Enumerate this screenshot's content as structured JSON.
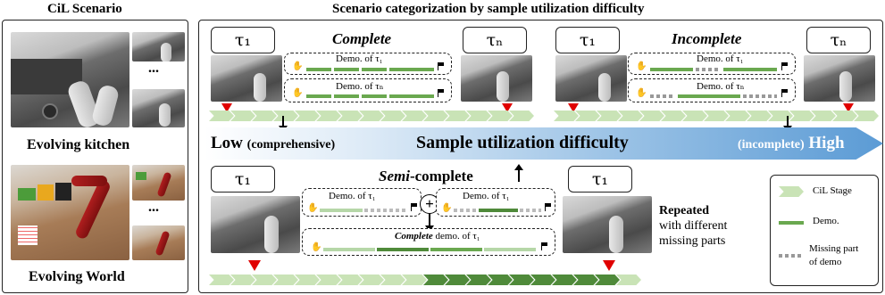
{
  "left_panel": {
    "title": "CiL Scenario",
    "caption_top": "Evolving kitchen",
    "caption_bottom": "Evolving World",
    "ellipsis": "..."
  },
  "right_panel": {
    "title": "Scenario categorization by sample utilization difficulty",
    "tau_1": "τ₁",
    "tau_n": "τₙ",
    "complete": {
      "heading": "Complete",
      "demo_1": "Demo. of τ₁",
      "demo_n": "Demo. of τₙ"
    },
    "incomplete": {
      "heading": "Incomplete",
      "demo_1": "Demo. of τ₁",
      "demo_n": "Demo. of τₙ"
    },
    "difficulty_bar": {
      "low": "Low",
      "low_note": "(comprehensive)",
      "center": "Sample utilization difficulty",
      "high_note": "(incomplete)",
      "high": "High"
    },
    "semi": {
      "heading_italic": "Semi",
      "heading_rest": "-complete",
      "demo_a": "Demo. of τ₁",
      "demo_b": "Demo. of τ₁",
      "merged_italic": "Complete",
      "merged_rest": " demo. of τ₁",
      "plus": "+",
      "repeated_bold": "Repeated",
      "repeated_line2": "with different",
      "repeated_line3": "missing parts"
    },
    "legend": {
      "stage": "CiL Stage",
      "demo": "Demo.",
      "missing_line1": "Missing part",
      "missing_line2": "of demo"
    }
  },
  "colors": {
    "stage_light": "#c9e3b6",
    "stage_dark": "#4f8a3a",
    "demo_green": "#6aa84f",
    "demo_light": "#b6d7a8",
    "missing_gray": "#999999",
    "arrow_red": "#e00000",
    "bar_blue": "#5b9bd5"
  }
}
